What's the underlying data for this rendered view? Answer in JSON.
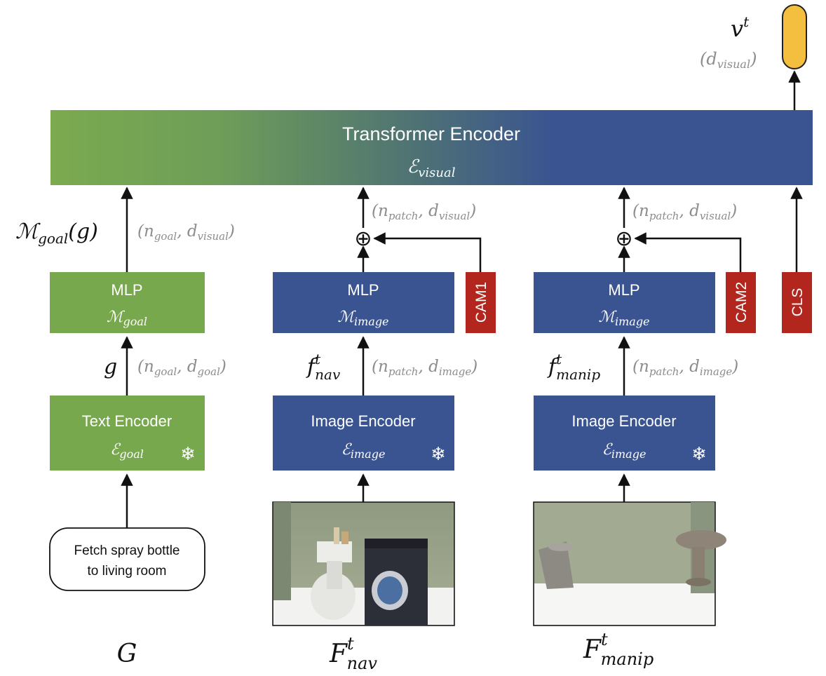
{
  "colors": {
    "green": "#78A84E",
    "blue": "#3A5491",
    "red": "#B3261E",
    "yellow": "#F4BF3F",
    "dim_text": "#8c8c8c",
    "arrow": "#111111"
  },
  "transformer": {
    "title": "Transformer Encoder",
    "symbol": "ℰ",
    "symbol_sub": "visual"
  },
  "output": {
    "symbol": "v",
    "sup": "t",
    "dim_open": "(",
    "dim_sym": "d",
    "dim_sub": "visual",
    "dim_close": ")"
  },
  "goal_column": {
    "input_text_line1": "Fetch spray bottle",
    "input_text_line2": "to living room",
    "input_symbol": "G",
    "encoder_title": "Text Encoder",
    "encoder_symbol": "ℰ",
    "encoder_sub": "goal",
    "encoder_icon": "snowflake-icon",
    "feature_symbol": "g",
    "feature_dim": {
      "a": "n",
      "a_sub": "goal",
      "b": "d",
      "b_sub": "goal"
    },
    "mlp_title": "MLP",
    "mlp_symbol": "ℳ",
    "mlp_sub": "goal",
    "out_symbol": "ℳ",
    "out_sub": "goal",
    "out_arg": "(g)",
    "out_dim": {
      "a": "n",
      "a_sub": "goal",
      "b": "d",
      "b_sub": "visual"
    }
  },
  "nav_column": {
    "input_symbol": "F",
    "input_sup": "t",
    "input_sub": "nav",
    "encoder_title": "Image Encoder",
    "encoder_symbol": "ℰ",
    "encoder_sub": "image",
    "encoder_icon": "snowflake-icon",
    "feature_symbol": "f",
    "feature_sup": "t",
    "feature_sub": "nav",
    "feature_dim": {
      "a": "n",
      "a_sub": "patch",
      "b": "d",
      "b_sub": "image"
    },
    "mlp_title": "MLP",
    "mlp_symbol": "ℳ",
    "mlp_sub": "image",
    "cam_label": "CAM1",
    "out_dim": {
      "a": "n",
      "a_sub": "patch",
      "b": "d",
      "b_sub": "visual"
    }
  },
  "manip_column": {
    "input_symbol": "F",
    "input_sup": "t",
    "input_sub": "manip",
    "encoder_title": "Image Encoder",
    "encoder_symbol": "ℰ",
    "encoder_sub": "image",
    "encoder_icon": "snowflake-icon",
    "feature_symbol": "f",
    "feature_sup": "t",
    "feature_sub": "manip",
    "feature_dim": {
      "a": "n",
      "a_sub": "patch",
      "b": "d",
      "b_sub": "image"
    },
    "mlp_title": "MLP",
    "mlp_symbol": "ℳ",
    "mlp_sub": "image",
    "cam_label": "CAM2",
    "out_dim": {
      "a": "n",
      "a_sub": "patch",
      "b": "d",
      "b_sub": "visual"
    }
  },
  "cls_label": "CLS",
  "plus_glyph": "⊕",
  "snowflake_glyph": "❄"
}
